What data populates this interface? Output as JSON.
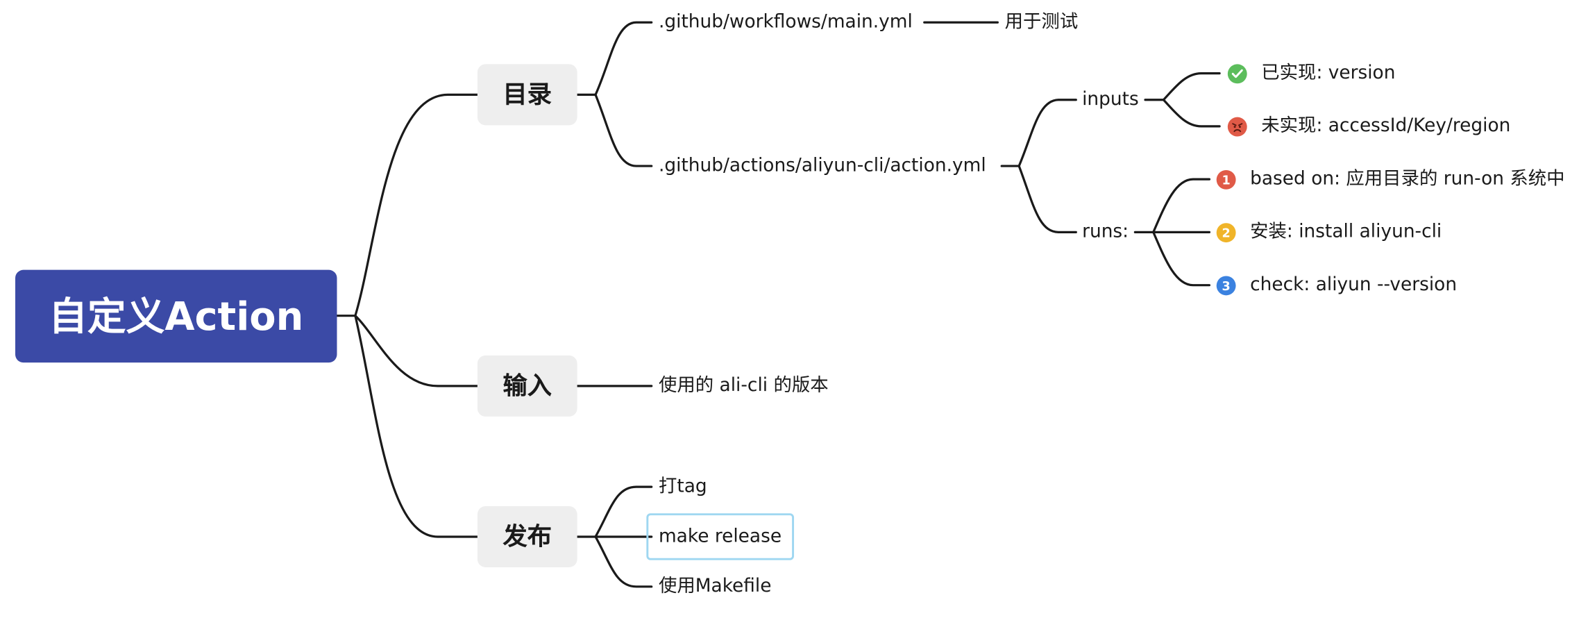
{
  "root": {
    "label": "自定义Action"
  },
  "branches": [
    {
      "label": "目录"
    },
    {
      "label": "输入"
    },
    {
      "label": "发布"
    }
  ],
  "directory": {
    "workflow_file": ".github/workflows/main.yml",
    "workflow_note": "用于测试",
    "action_file": ".github/actions/aliyun-cli/action.yml",
    "inputs": {
      "label": "inputs",
      "implemented": {
        "label": "已实现: version",
        "icon": "check-mark-icon",
        "color": "#5cbd5c"
      },
      "not_implemented": {
        "label": "未实现: accessId/Key/region",
        "icon": "angry-face-icon",
        "color": "#e05a47"
      }
    },
    "runs": {
      "label": "runs:",
      "steps": [
        {
          "number": "1",
          "label": "based on: 应用目录的 run-on 系统中",
          "color": "#e05a47"
        },
        {
          "number": "2",
          "label": "安装: install aliyun-cli",
          "color": "#f0b429"
        },
        {
          "number": "3",
          "label": "check: aliyun --version",
          "color": "#3b82e0"
        }
      ]
    }
  },
  "input": {
    "description": "使用的 ali-cli 的版本"
  },
  "publish": {
    "items": [
      "打tag",
      "make release",
      "使用Makefile"
    ]
  },
  "colors": {
    "root_fill": "#3b4aa6",
    "branch_fill": "#eeeeee",
    "line": "#1a1a1a",
    "selection_border": "#9fd7f1"
  }
}
